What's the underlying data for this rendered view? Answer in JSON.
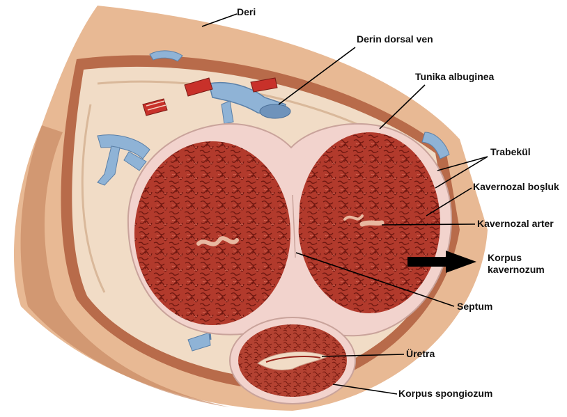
{
  "figure": {
    "labels": {
      "skin": "Deri",
      "deep_dorsal_vein": "Derin dorsal ven",
      "tunica_albuginea": "Tunika albuginea",
      "trabecula": "Trabekül",
      "cavernous_space": "Kavernozal boşluk",
      "cavernous_artery": "Kavernozal arter",
      "corpus_cavernosum_line1": "Korpus",
      "corpus_cavernosum_line2": "kavernozum",
      "septum": "Septum",
      "urethra": "Üretra",
      "corpus_spongiosum": "Korpus spongiozum"
    },
    "colors": {
      "skin": "#e8b994",
      "skin_dark": "#c98a64",
      "fascia": "#efd6bf",
      "tunica": "#f2d3cd",
      "erectile_tissue": "#b23a2c",
      "erectile_dark": "#7e1e16",
      "vein": "#8fb3d6",
      "artery": "#c8312a",
      "leader_line": "#000000"
    }
  }
}
